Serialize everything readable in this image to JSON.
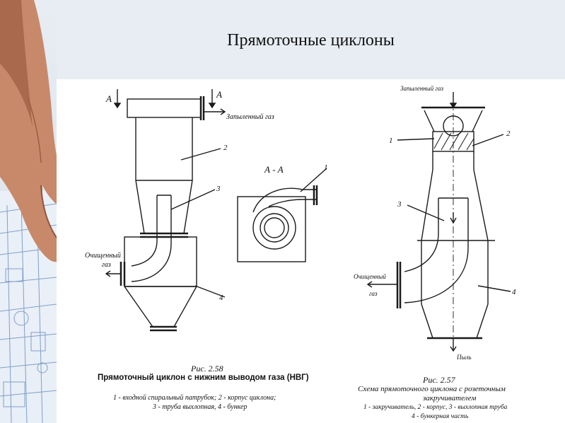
{
  "slide": {
    "title": "Прямоточные циклоны"
  },
  "figure_left": {
    "caption_number": "Рис. 2.58",
    "caption_title": "Прямоточный циклон с нижним выводом газа (НВГ)",
    "legend_line1": "1 - входной спиральный патрубок; 2 - корпус циклона;",
    "legend_line2": "3 - труба выхлопная, 4 - бункер",
    "labels": {
      "section_mark_left": "А",
      "section_mark_right": "А",
      "section_title": "А - А",
      "dusty_gas": "Запыленный газ",
      "clean_gas_line1": "Очищенный",
      "clean_gas_line2": "газ",
      "n1": "1",
      "n2": "2",
      "n3": "3",
      "n4": "4"
    }
  },
  "figure_right": {
    "caption_number": "Рис. 2.57",
    "caption_line1": "Схема прямоточного циклона с розеточным",
    "caption_line2": "закручивателем",
    "legend_line1": "1 - закручиватель, 2 - корпус, 3 - выхлопная труба",
    "legend_line2": "4 - бункерная часть",
    "labels": {
      "dusty_gas": "Запыленный газ",
      "clean_gas_line1": "Очищенный",
      "clean_gas_line2": "газ",
      "dust": "Пыль",
      "n1": "1",
      "n2": "2",
      "n3": "3",
      "n4": "4"
    }
  },
  "colors": {
    "title_band": "#e8edf3",
    "line": "#1a1a1a",
    "skin": "#c8896a"
  }
}
